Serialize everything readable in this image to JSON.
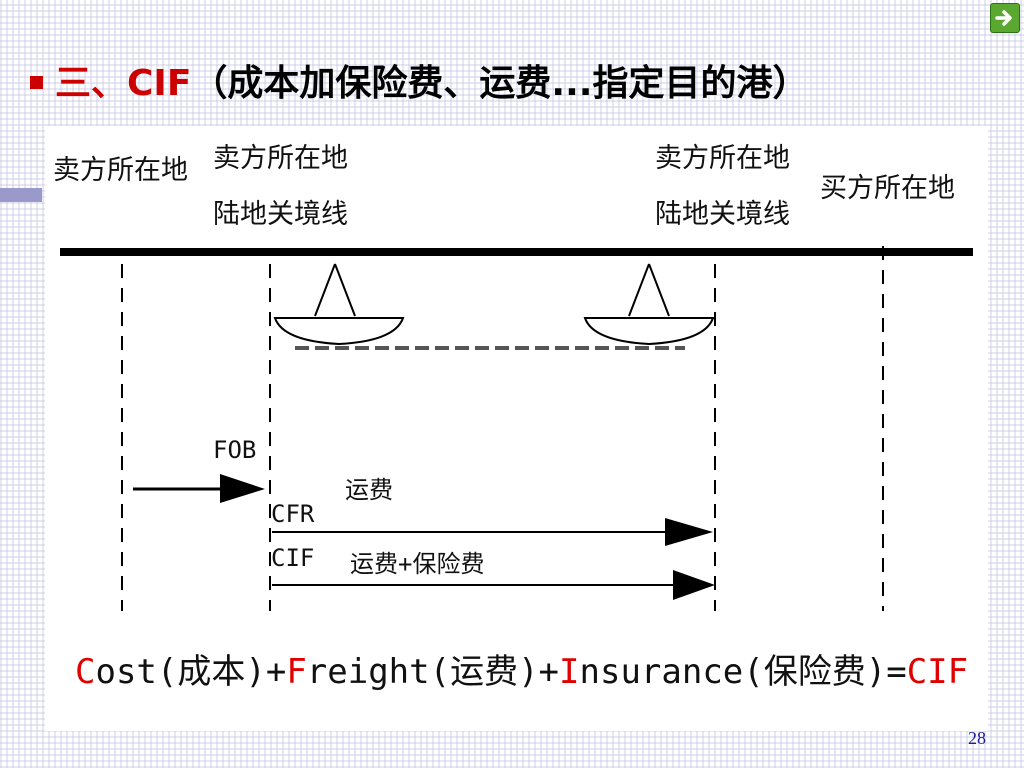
{
  "title": {
    "number": "三、CIF",
    "paren": "（成本加保险费、运费...指定目的港）"
  },
  "labels": {
    "seller_location": "卖方所在地",
    "seller_border_line1": "卖方所在地",
    "seller_border_line2": "陆地关境线",
    "buyer_border_line1": "卖方所在地",
    "buyer_border_line2": "陆地关境线",
    "buyer_location": "买方所在地",
    "fob": "FOB",
    "cfr": "CFR",
    "cif": "CIF",
    "freight": "运费",
    "freight_insurance": "运费+保险费"
  },
  "formula": {
    "c": "C",
    "ost": "ost(成本)+",
    "f": "F",
    "reight": "reight(运费)+",
    "i": "I",
    "nsurance": "nsurance(保险费)=",
    "cif": "CIF"
  },
  "page_number": "28",
  "colors": {
    "accent_red": "#cc0000",
    "nav_green": "#5aa830",
    "page_number_blue": "#1a1aa0"
  },
  "icons": {
    "nav": "arrow-right-icon"
  }
}
